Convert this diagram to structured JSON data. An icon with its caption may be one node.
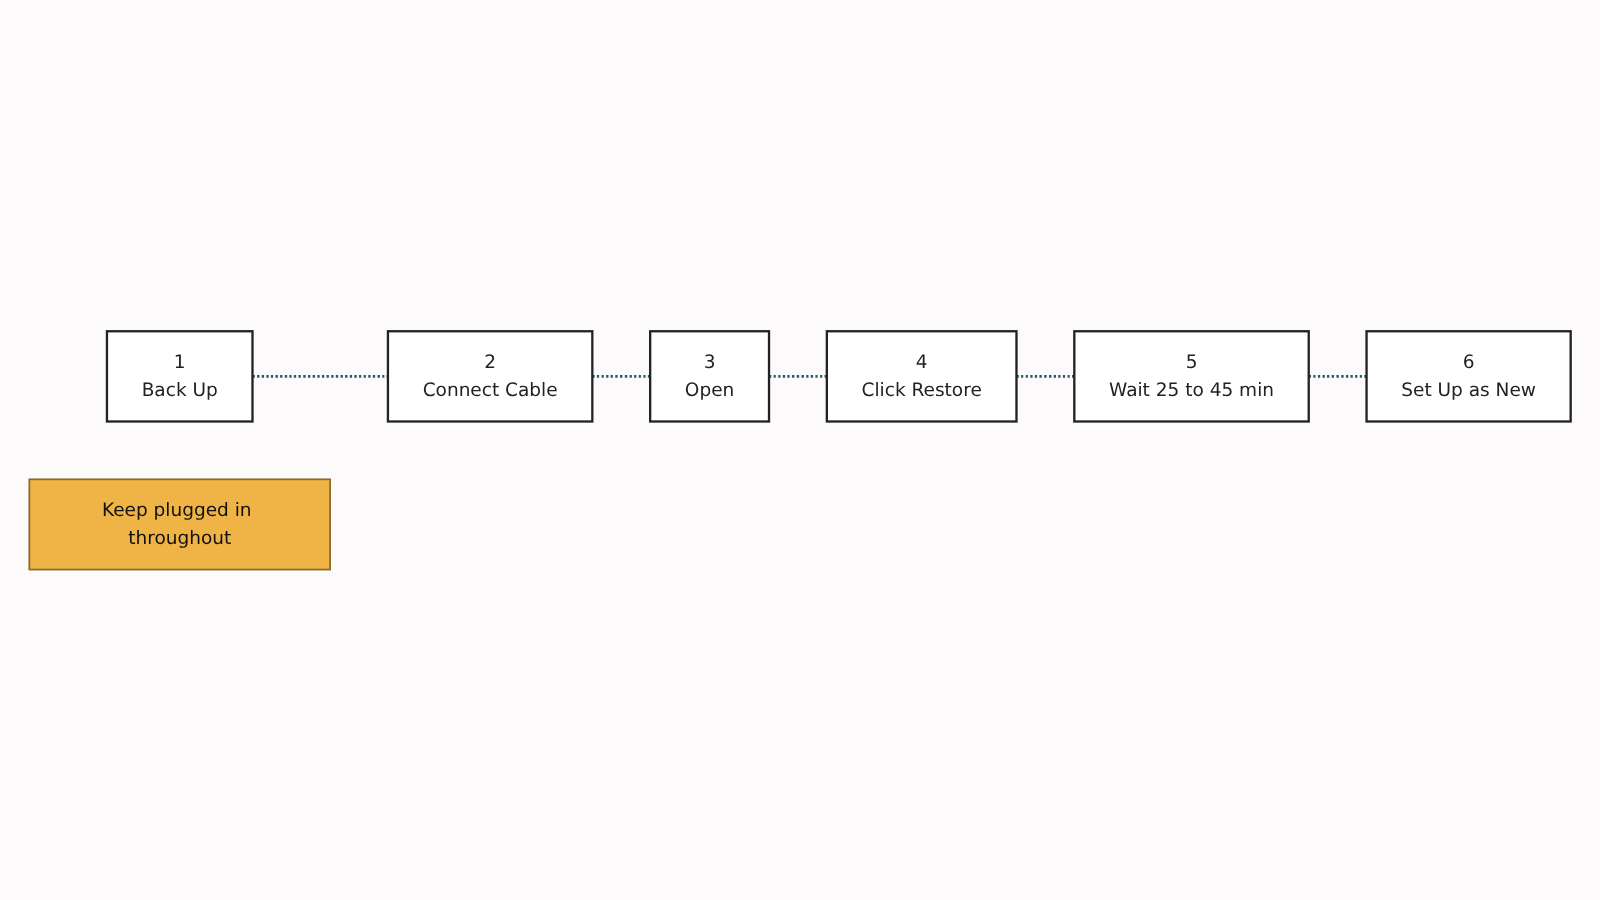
{
  "diagram": {
    "nodes": [
      {
        "text": [
          "1",
          "Back Up"
        ]
      },
      {
        "text": [
          "2",
          "Connect Cable"
        ]
      },
      {
        "text": [
          "3",
          "Open"
        ]
      },
      {
        "text": [
          "4",
          "Click Restore"
        ]
      },
      {
        "text": [
          "5",
          "Wait 25 to 45 min"
        ]
      },
      {
        "text": [
          "6",
          "Set Up as New"
        ]
      },
      {
        "text": [
          "Keep plugged in throughout"
        ]
      }
    ],
    "edges": [
      {
        "from": 0,
        "to": 1,
        "arrow": "none",
        "style": "dashed"
      },
      {
        "from": 1,
        "to": 2,
        "arrow": "none",
        "style": "dashed"
      },
      {
        "from": 2,
        "to": 3,
        "arrow": "none",
        "style": "dashed"
      },
      {
        "from": 3,
        "to": 4,
        "arrow": "none",
        "style": "dashed"
      },
      {
        "from": 4,
        "to": 5,
        "arrow": "none",
        "style": "dashed"
      }
    ]
  }
}
